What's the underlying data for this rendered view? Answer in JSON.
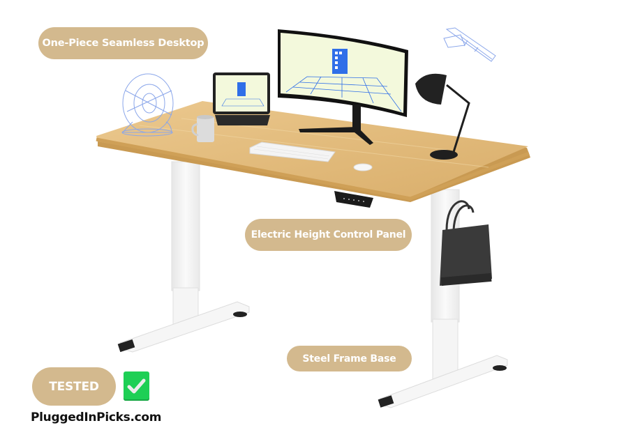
{
  "labels": {
    "desktop": "One-Piece Seamless Desktop",
    "control_panel": "Electric Height Control Panel",
    "frame_base": "Steel Frame Base",
    "tested": "TESTED"
  },
  "brand": {
    "site": "PluggedInPicks.com"
  },
  "badge": {
    "icon": "check-mark-icon",
    "color": "#1ecf55"
  },
  "colors": {
    "pill_bg": "#d3b98e",
    "pill_text": "#ffffff",
    "desk_wood": "#e3bf83",
    "frame": "#f2f2f2",
    "screen_bg": "#f3f9dc",
    "wireframe_blue": "#2f6fe8"
  },
  "scene": {
    "product": "Electric standing desk",
    "objects": [
      "monitor",
      "tablet",
      "mug",
      "keyboard",
      "mouse",
      "desk-lamp",
      "handbag",
      "wireframe-fan",
      "wireframe-pen",
      "control-panel"
    ]
  }
}
